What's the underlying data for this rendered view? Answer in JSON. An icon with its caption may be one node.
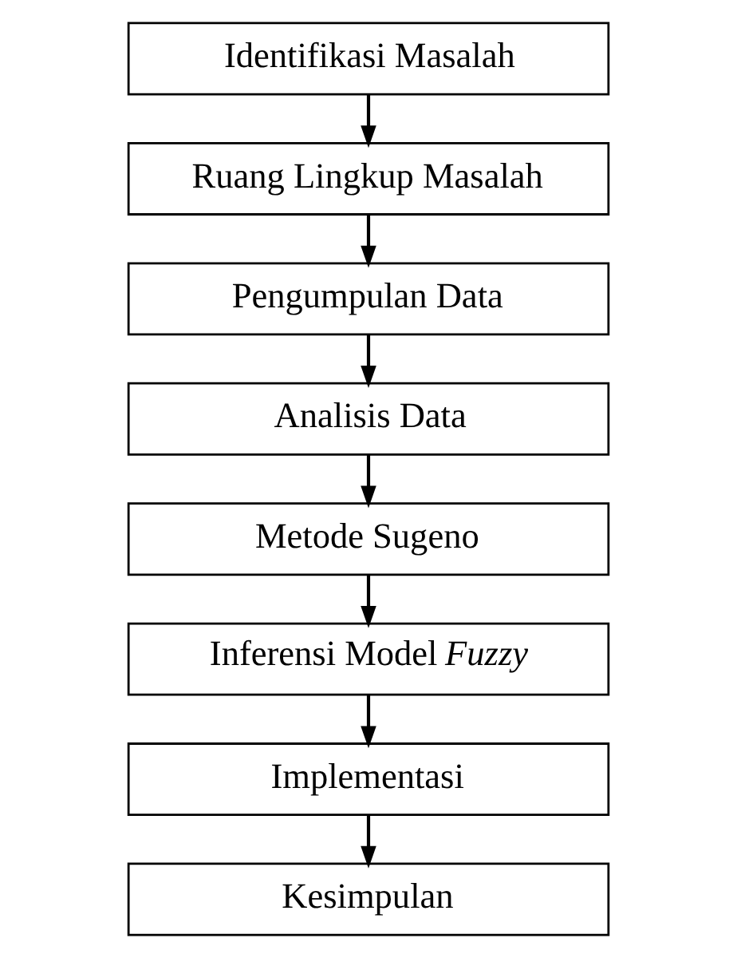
{
  "diagram": {
    "nodes": [
      {
        "text": [
          "Identifikasi Masalah"
        ]
      },
      {
        "text": [
          "Ruang Lingkup Masalah"
        ]
      },
      {
        "text": [
          "Pengumpulan Data"
        ]
      },
      {
        "text": [
          "Analisis Data"
        ]
      },
      {
        "text": [
          "Metode Sugeno"
        ]
      },
      {
        "text": [
          "Inferensi Model *Fuzzy*"
        ]
      },
      {
        "text": [
          "Implementasi"
        ]
      },
      {
        "text": [
          "Kesimpulan"
        ]
      }
    ],
    "edges": [
      {
        "from": 0,
        "to": 1,
        "arrow": "to"
      },
      {
        "from": 1,
        "to": 2,
        "arrow": "to"
      },
      {
        "from": 2,
        "to": 3,
        "arrow": "to"
      },
      {
        "from": 3,
        "to": 4,
        "arrow": "to"
      },
      {
        "from": 4,
        "to": 5,
        "arrow": "to"
      },
      {
        "from": 5,
        "to": 6,
        "arrow": "to"
      },
      {
        "from": 6,
        "to": 7,
        "arrow": "to"
      }
    ]
  }
}
